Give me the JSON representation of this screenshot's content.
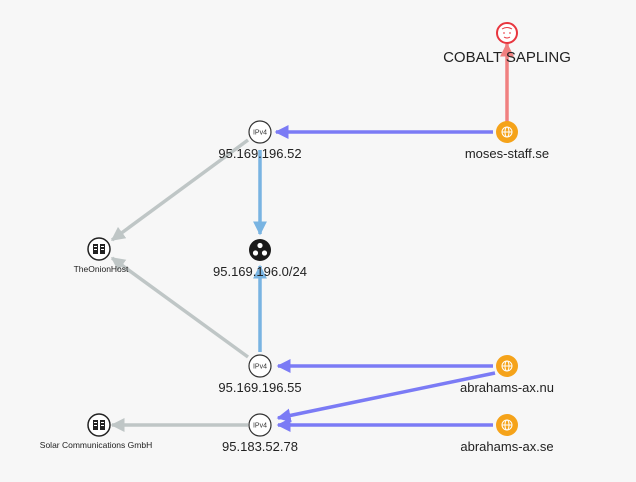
{
  "nodes": {
    "actor": {
      "label": "COBALT SAPLING",
      "type": "threat-actor"
    },
    "domain_moses": {
      "label": "moses-staff.se",
      "type": "domain"
    },
    "ip_52": {
      "label": "95.169.196.52",
      "type": "ipv4",
      "badge": "IPv4"
    },
    "network": {
      "label": "95.169.196.0/24",
      "type": "network"
    },
    "host_onion": {
      "label": "TheOnionHost",
      "type": "hosting-provider"
    },
    "ip_55": {
      "label": "95.169.196.55",
      "type": "ipv4",
      "badge": "IPv4"
    },
    "domain_nu": {
      "label": "abrahams-ax.nu",
      "type": "domain"
    },
    "ip_78": {
      "label": "95.183.52.78",
      "type": "ipv4",
      "badge": "IPv4"
    },
    "domain_se": {
      "label": "abrahams-ax.se",
      "type": "domain"
    },
    "host_solar": {
      "label": "Solar Communications GmbH",
      "type": "hosting-provider"
    }
  },
  "edges": [
    {
      "from": "domain_moses",
      "to": "actor",
      "kind": "attributed"
    },
    {
      "from": "domain_moses",
      "to": "ip_52",
      "kind": "resolves"
    },
    {
      "from": "ip_52",
      "to": "network",
      "kind": "member"
    },
    {
      "from": "ip_55",
      "to": "network",
      "kind": "member"
    },
    {
      "from": "ip_52",
      "to": "host_onion",
      "kind": "hosted"
    },
    {
      "from": "ip_55",
      "to": "host_onion",
      "kind": "hosted"
    },
    {
      "from": "domain_nu",
      "to": "ip_55",
      "kind": "resolves"
    },
    {
      "from": "domain_nu",
      "to": "ip_78",
      "kind": "resolves"
    },
    {
      "from": "domain_se",
      "to": "ip_78",
      "kind": "resolves"
    },
    {
      "from": "ip_78",
      "to": "host_solar",
      "kind": "hosted"
    }
  ],
  "colors": {
    "resolves": "#7b7bf5",
    "member": "#79b4e2",
    "hosted": "#bfc6c6",
    "attributed": "#f08080",
    "domain": "#f5a31a",
    "actor": "#e8363f"
  }
}
